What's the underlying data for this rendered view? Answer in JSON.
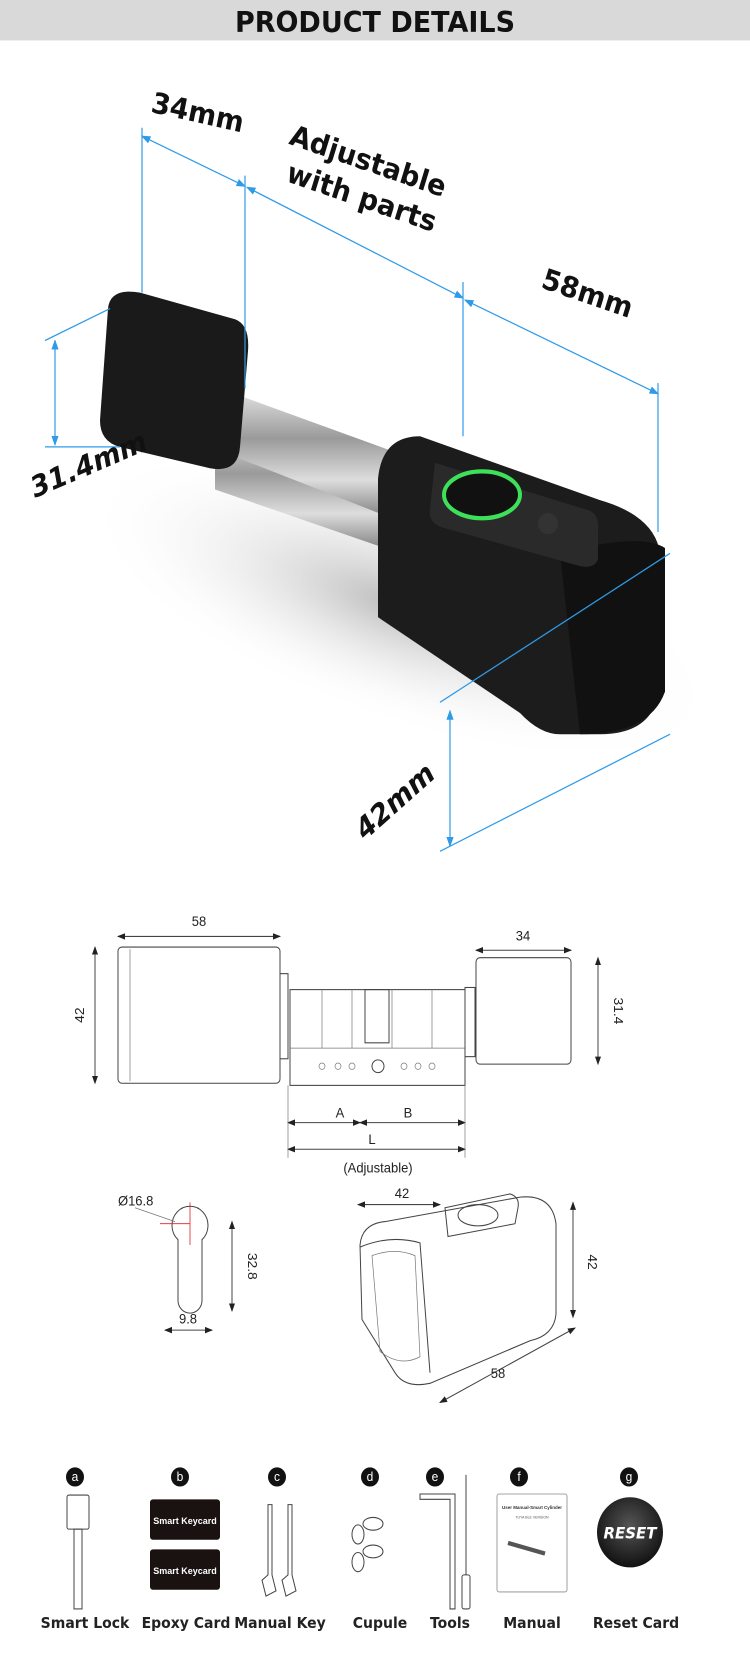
{
  "header": {
    "title": "PRODUCT DETAILS"
  },
  "photo_dimensions": {
    "knob_length": "34mm",
    "adjustable": [
      "Adjustable",
      "with parts"
    ],
    "body_length": "58mm",
    "knob_height": "31.4mm",
    "body_height": "42mm"
  },
  "drawing": {
    "body_width": "58",
    "body_height": "42",
    "knob_width": "34",
    "knob_height": "31.4",
    "side_a": "A",
    "side_b": "B",
    "total": "L",
    "adjustable_note": "(Adjustable)",
    "profile_diameter": "Ø16.8",
    "profile_height": "32.8",
    "profile_width": "9.8",
    "iso_width": "42",
    "iso_height": "42",
    "iso_length": "58"
  },
  "accessories": [
    {
      "letter": "a",
      "label": "Smart Lock"
    },
    {
      "letter": "b",
      "label": "Epoxy Card",
      "card_text": "Smart Keycard"
    },
    {
      "letter": "c",
      "label": "Manual Key"
    },
    {
      "letter": "d",
      "label": "Cupule"
    },
    {
      "letter": "e",
      "label": "Tools"
    },
    {
      "letter": "f",
      "label": "Manual",
      "manual_title": "User Manual-Smart Cylinder",
      "manual_subtitle": "TUYA BLE VERSION"
    },
    {
      "letter": "g",
      "label": "Reset Card",
      "button_text": "RESET"
    }
  ],
  "colors": {
    "accent": "#2f9be8",
    "header_bg": "#d9d9d9",
    "led": "#3ee05a"
  }
}
